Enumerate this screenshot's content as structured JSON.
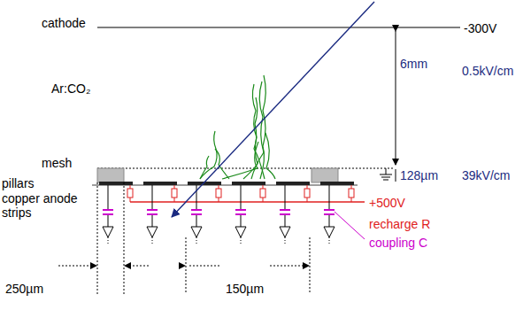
{
  "diagram": {
    "labels": [
      "cathode",
      "-300V",
      "Ar:CO₂",
      "6mm",
      "0.5kV/cm",
      "mesh",
      "128µm",
      "39kV/cm",
      "pillars",
      "copper anode strips",
      "+500V",
      "recharge R",
      "coupling C",
      "250µm",
      "150µm"
    ]
  }
}
